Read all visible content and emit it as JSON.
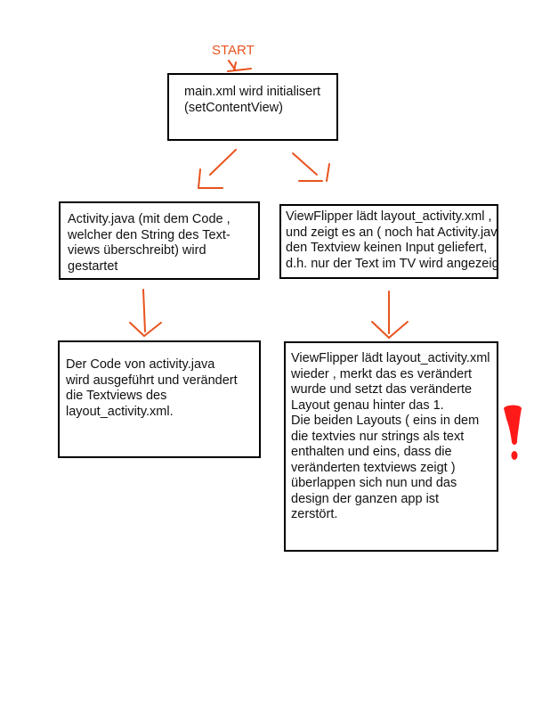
{
  "start_label": "START",
  "boxes": {
    "init": {
      "lines": [
        "main.xml wird initialisert",
        "(setContentView)"
      ]
    },
    "activity": {
      "lines": [
        "Activity.java (mit dem Code ,",
        "welcher den String des Text-",
        "views überschreibt)  wird",
        "gestartet"
      ]
    },
    "flipper1": {
      "lines": [
        "ViewFlipper lädt layout_activity.xml ,",
        "und zeigt es an ( noch hat Activity.java",
        "den Textview keinen Input geliefert,",
        "d.h. nur der Text im TV wird angezeigt"
      ]
    },
    "code": {
      "lines": [
        "Der Code von activity.java",
        "wird ausgeführt und verändert",
        "die Textviews des",
        "layout_activity.xml."
      ]
    },
    "flipper2": {
      "lines": [
        "ViewFlipper lädt layout_activity.xml",
        "wieder , merkt das es verändert",
        "wurde und setzt das veränderte",
        "Layout genau hinter das 1.",
        "Die beiden Layouts ( eins in dem",
        "die textvies nur strings als text",
        "enthalten und eins, dass die",
        "veränderten textviews zeigt )",
        "überlappen sich nun und das",
        "design der ganzen app ist",
        "zerstört."
      ]
    }
  },
  "colors": {
    "arrow": "#e8531e",
    "exclamation": "#ff1a1a",
    "border": "#000000"
  }
}
